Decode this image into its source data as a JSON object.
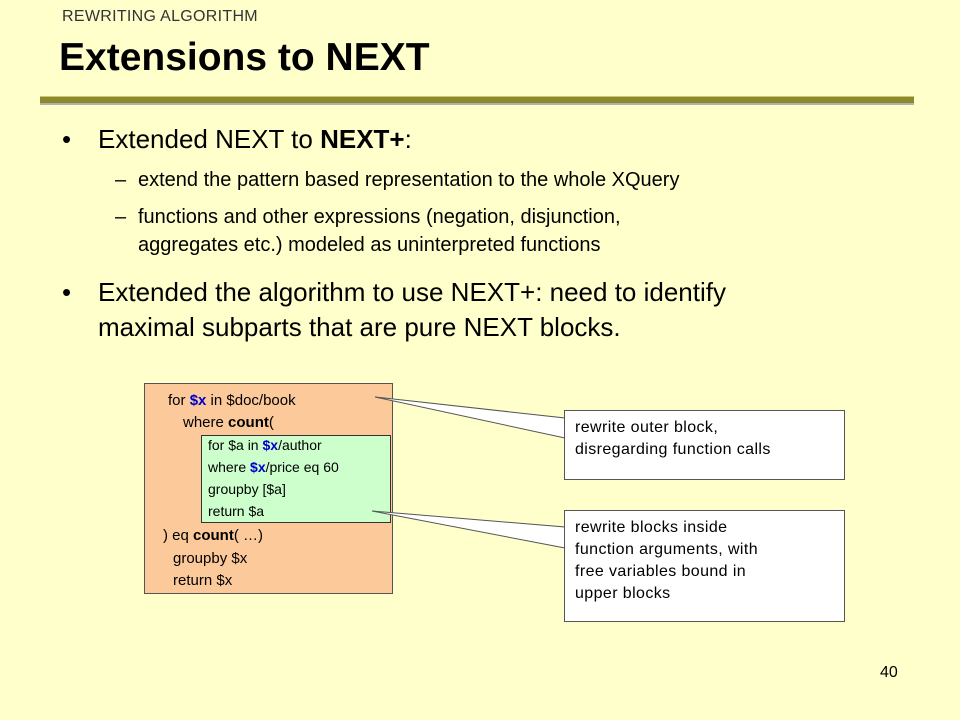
{
  "header": {
    "section": "REWRITING ALGORITHM",
    "title": "Extensions to NEXT"
  },
  "bullets": {
    "b1": {
      "marker": "•",
      "prefix": "Extended NEXT to ",
      "emph": "NEXT+",
      "suffix": ":"
    },
    "sub1": {
      "marker": "–",
      "text": "extend the pattern based representation to the whole XQuery"
    },
    "sub2": {
      "marker": "–",
      "line1": "functions and other expressions (negation, disjunction,",
      "line2": "aggregates etc.) modeled as uninterpreted functions"
    },
    "b2": {
      "marker": "•",
      "line1": "Extended the algorithm to use NEXT+: need to identify",
      "line2": "maximal subparts that are pure NEXT blocks."
    }
  },
  "code": {
    "l1_pre": "for ",
    "l1_var": "$x",
    "l1_post": " in $doc/book",
    "l2_pre": "where ",
    "l2_fn": "count",
    "l2_post": "(",
    "i1_pre": "for $a in ",
    "i1_var": "$x",
    "i1_post": "/author",
    "i2_pre": "where ",
    "i2_var": "$x",
    "i2_post": "/price eq 60",
    "i3": "groupby [$a]",
    "i4": "return $a",
    "l3_pre": ") eq ",
    "l3_fn": "count",
    "l3_post": "( …)",
    "l4": "groupby $x",
    "l5": "return $x"
  },
  "callouts": {
    "outer": {
      "line1": "rewrite outer block,",
      "line2": "disregarding function calls"
    },
    "inner": {
      "line1": "rewrite blocks inside",
      "line2": "function arguments, with",
      "line3": "free variables bound in",
      "line4": "upper blocks"
    }
  },
  "footer": {
    "page_number": "40"
  },
  "colors": {
    "background": "#ffffcc",
    "rule": "#8b8b2a",
    "outer_box": "#fcc99b",
    "inner_box": "#ccffcc",
    "keyword_blue": "#0000cc"
  }
}
